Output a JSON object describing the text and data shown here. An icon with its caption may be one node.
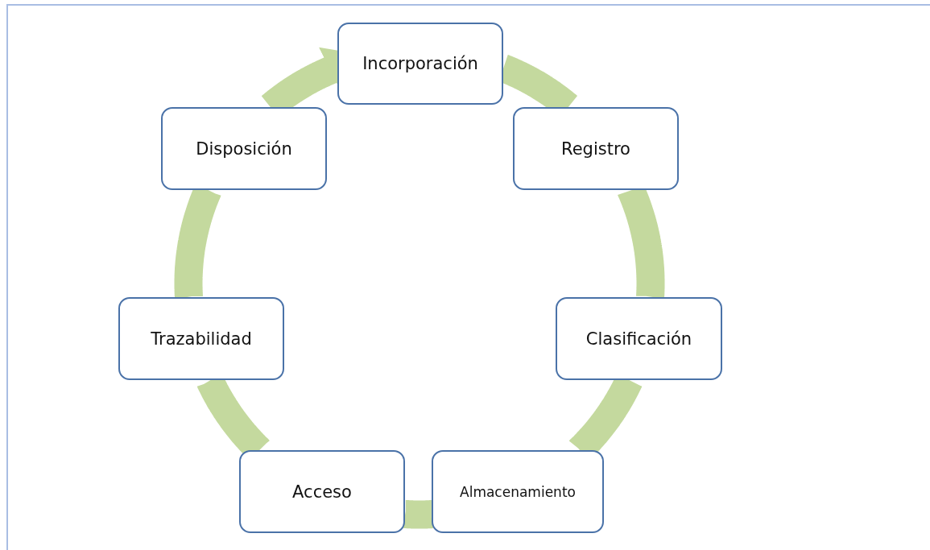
{
  "diagram": {
    "nodes": [
      {
        "text": [
          "Incorporación"
        ]
      },
      {
        "text": [
          "Registro"
        ]
      },
      {
        "text": [
          "Clasificación"
        ]
      },
      {
        "text": [
          "Almacenamiento"
        ]
      },
      {
        "text": [
          "Acceso"
        ]
      },
      {
        "text": [
          "Trazabilidad"
        ]
      },
      {
        "text": [
          "Disposición"
        ]
      }
    ],
    "edges": [
      {
        "from": 0,
        "to": 1,
        "arrow": "none"
      },
      {
        "from": 1,
        "to": 2,
        "arrow": "none"
      },
      {
        "from": 2,
        "to": 3,
        "arrow": "none"
      },
      {
        "from": 3,
        "to": 4,
        "arrow": "none"
      },
      {
        "from": 4,
        "to": 5,
        "arrow": "none"
      },
      {
        "from": 5,
        "to": 6,
        "arrow": "none"
      },
      {
        "from": 6,
        "to": 0,
        "arrow": "to"
      }
    ]
  }
}
